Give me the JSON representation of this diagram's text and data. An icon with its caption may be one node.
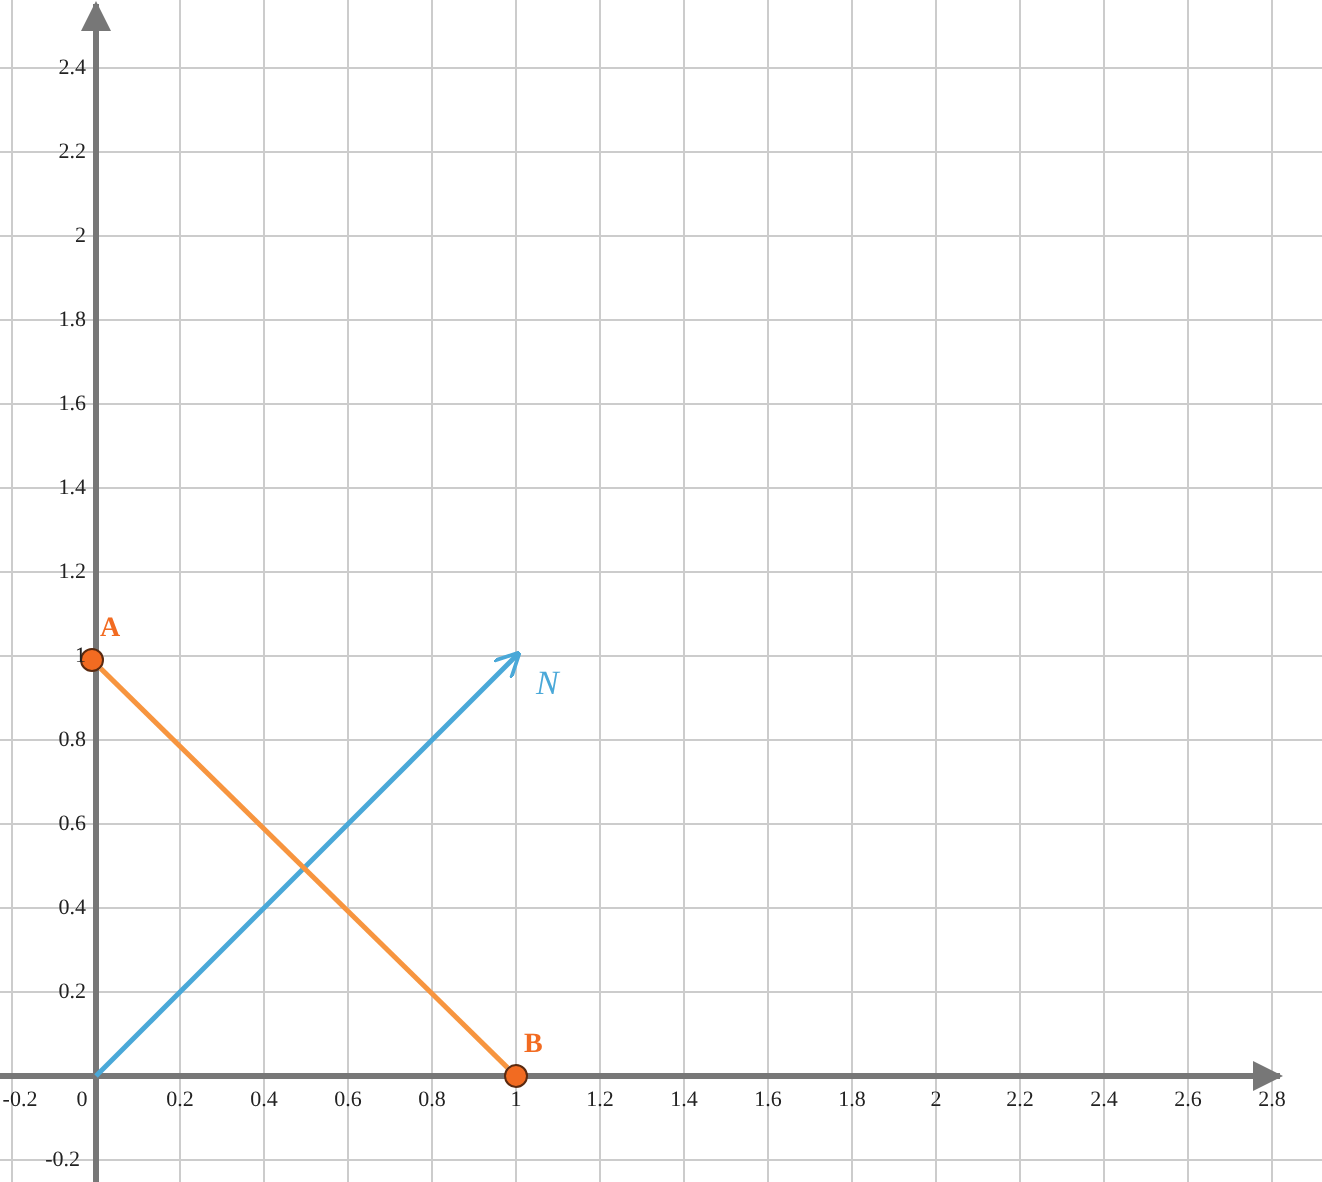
{
  "diagram": {
    "nodes": [
      {
        "text": [
          "A"
        ]
      },
      {
        "text": [
          "B"
        ]
      }
    ],
    "edges": [
      {
        "from": 0,
        "to": 1,
        "arrow": "none",
        "color": "#f7953f"
      }
    ],
    "labels": [
      "2.4",
      "2.2",
      "2",
      "1.8",
      "1.6",
      "1.4",
      "1.2",
      "1",
      "N",
      "0.8",
      "0.6",
      "0.4",
      "0.2",
      "-0.2",
      "0",
      "0.2",
      "0.4",
      "0.6",
      "0.8",
      "1",
      "1.2",
      "1.4",
      "1.6",
      "1.8",
      "2",
      "2.2",
      "2.4",
      "2.6",
      "2.8",
      "-0.2"
    ]
  }
}
